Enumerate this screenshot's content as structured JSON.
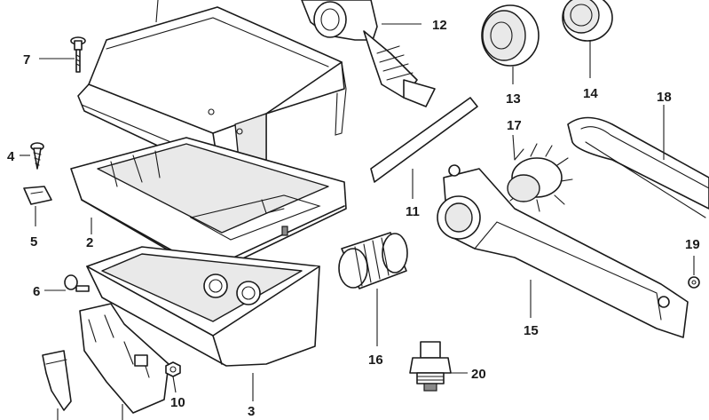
{
  "callouts": [
    {
      "id": "1",
      "label": ""
    },
    {
      "id": "2",
      "label": "2"
    },
    {
      "id": "3",
      "label": "3"
    },
    {
      "id": "4",
      "label": "4"
    },
    {
      "id": "5",
      "label": "5"
    },
    {
      "id": "6",
      "label": "6"
    },
    {
      "id": "7",
      "label": "7"
    },
    {
      "id": "8",
      "label": ""
    },
    {
      "id": "9",
      "label": ""
    },
    {
      "id": "10",
      "label": "10"
    },
    {
      "id": "11",
      "label": "11"
    },
    {
      "id": "12",
      "label": "12"
    },
    {
      "id": "13",
      "label": "13"
    },
    {
      "id": "14",
      "label": "14"
    },
    {
      "id": "15",
      "label": "15"
    },
    {
      "id": "16",
      "label": "16"
    },
    {
      "id": "17",
      "label": "17"
    },
    {
      "id": "18",
      "label": "18"
    },
    {
      "id": "19",
      "label": "19"
    },
    {
      "id": "20",
      "label": "20"
    }
  ]
}
